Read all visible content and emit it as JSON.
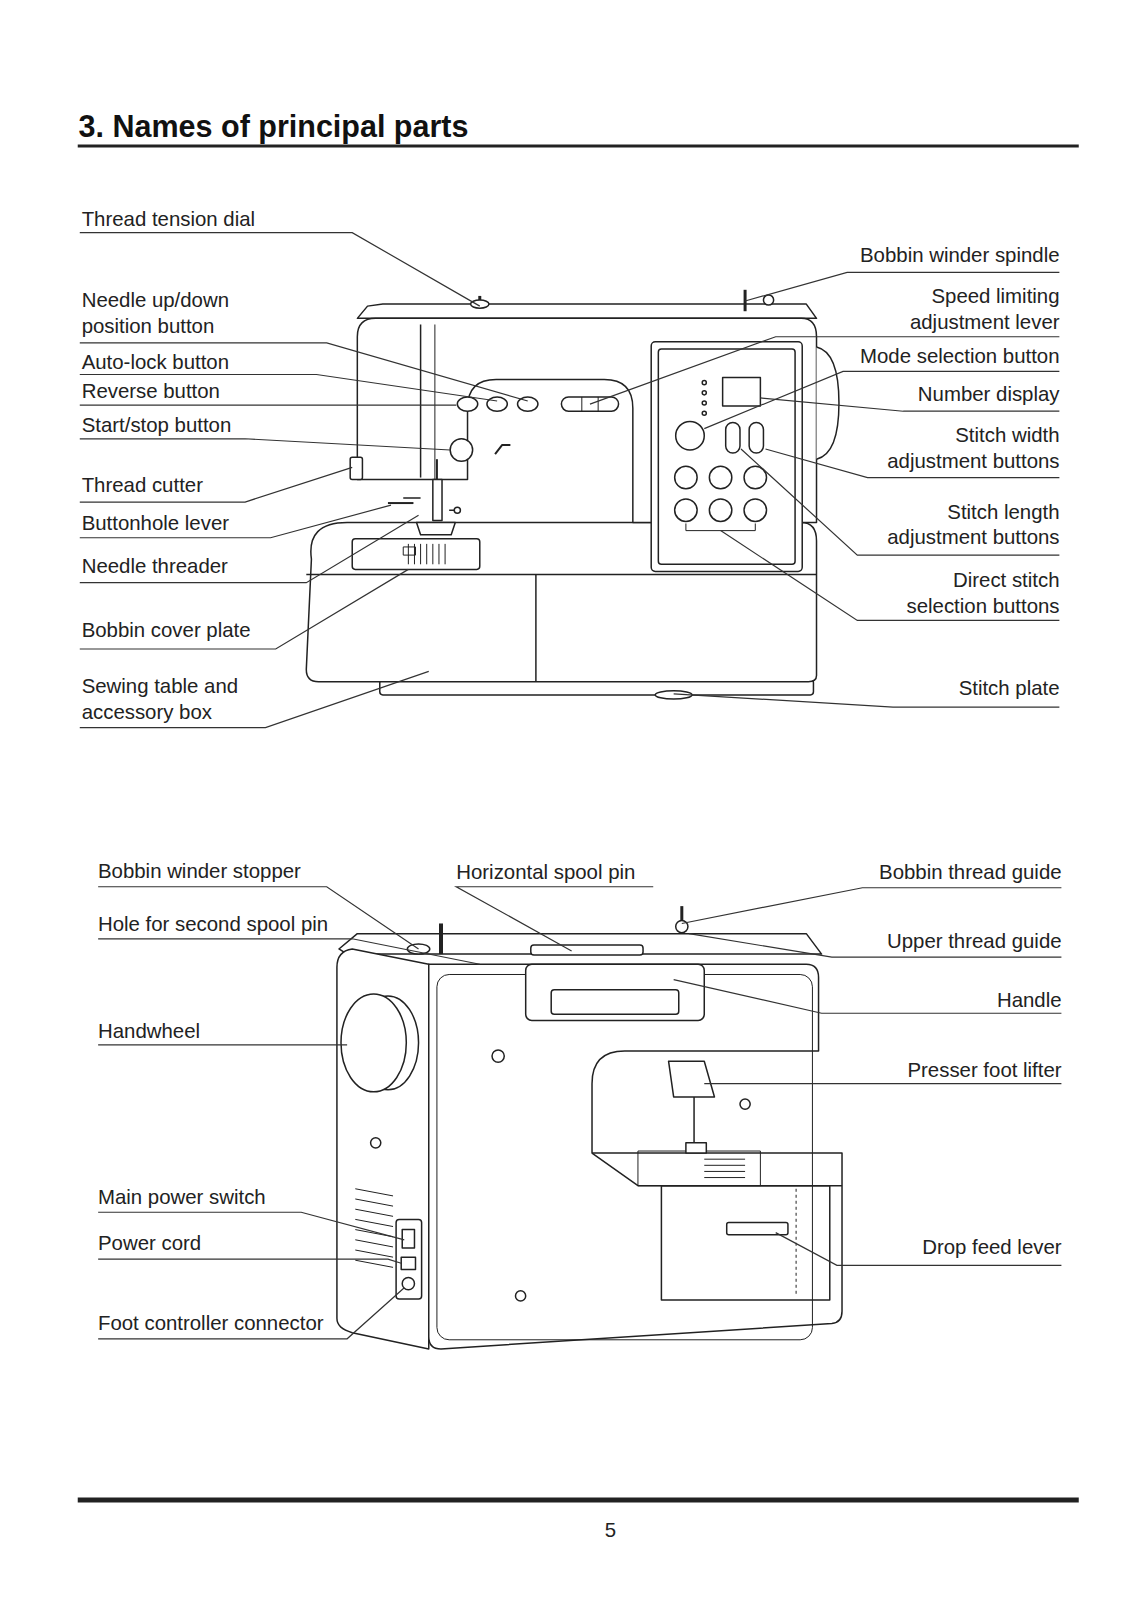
{
  "diagram": {
    "title": "3. Names of principal parts",
    "labels": [
      "Thread tension dial",
      "Bobbin winder spindle",
      "Needle up/down position button",
      "Speed limiting adjustment lever",
      "Mode selection button",
      "Auto-lock button",
      "Reverse button",
      "Number display",
      "Start/stop button",
      "Stitch width adjustment buttons",
      "Thread cutter",
      "Stitch length adjustment buttons",
      "Buttonhole lever",
      "Needle threader",
      "Direct stitch selection buttons",
      "Bobbin cover plate",
      "Sewing table and accessory box",
      "Stitch plate",
      "Bobbin winder stopper",
      "Horizontal spool pin",
      "Bobbin thread guide",
      "Hole for second spool pin",
      "Upper thread guide",
      "Handle",
      "Handwheel",
      "Presser foot lifter",
      "Main power switch",
      "Power cord",
      "Drop feed lever",
      "Foot controller connector",
      "5"
    ]
  }
}
